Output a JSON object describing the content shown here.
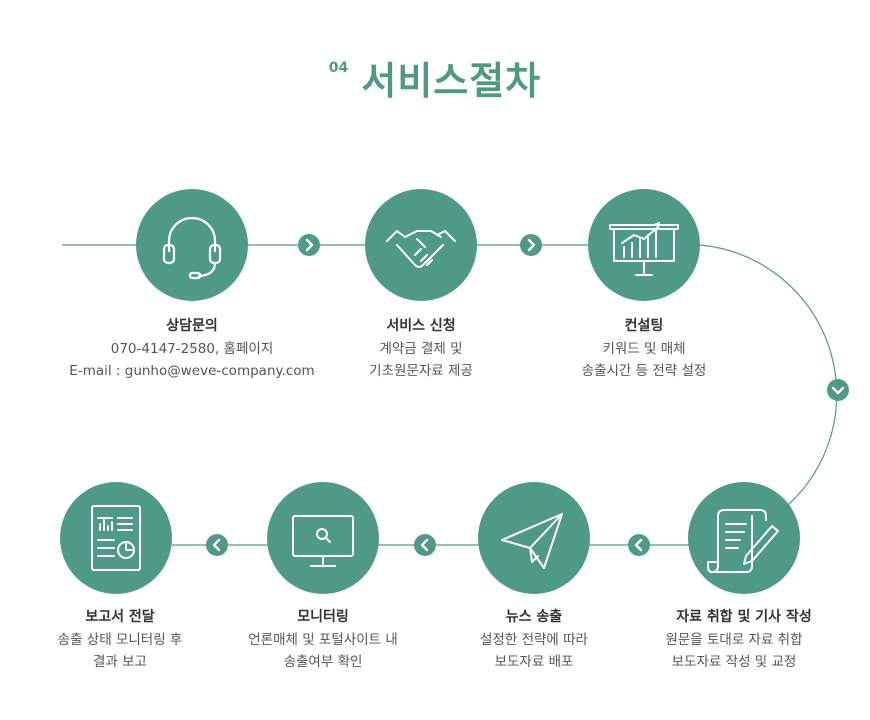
{
  "header": {
    "number": "04",
    "title": "서비스절차"
  },
  "colors": {
    "primary": "#4f9a86",
    "line": "#4f9a86"
  },
  "steps": [
    {
      "title": "상담문의",
      "lines": [
        "070-4147-2580, 홈페이지",
        "E-mail : gunho@weve-company.com"
      ],
      "icon": "headset-icon"
    },
    {
      "title": "서비스 신청",
      "lines": [
        "계약금 결제 및",
        "기초원문자료 제공"
      ],
      "icon": "handshake-icon"
    },
    {
      "title": "컨설팅",
      "lines": [
        "키워드 및 매체",
        "송출시간 등 전략 설정"
      ],
      "icon": "presentation-chart-icon"
    },
    {
      "title": "자료 취합 및 기사 작성",
      "lines": [
        "원문을 토대로 자료 취합",
        "보도자료 작성 및 교정"
      ],
      "icon": "document-pen-icon"
    },
    {
      "title": "뉴스 송출",
      "lines": [
        "설정한 전략에 따라",
        "보도자료 배포"
      ],
      "icon": "paper-plane-icon"
    },
    {
      "title": "모니터링",
      "lines": [
        "언론매체 및 포털사이트 내",
        "송출여부 확인"
      ],
      "icon": "monitor-search-icon"
    },
    {
      "title": "보고서 전달",
      "lines": [
        "송출 상태 모니터링 후",
        "결과 보고"
      ],
      "icon": "report-icon"
    }
  ]
}
